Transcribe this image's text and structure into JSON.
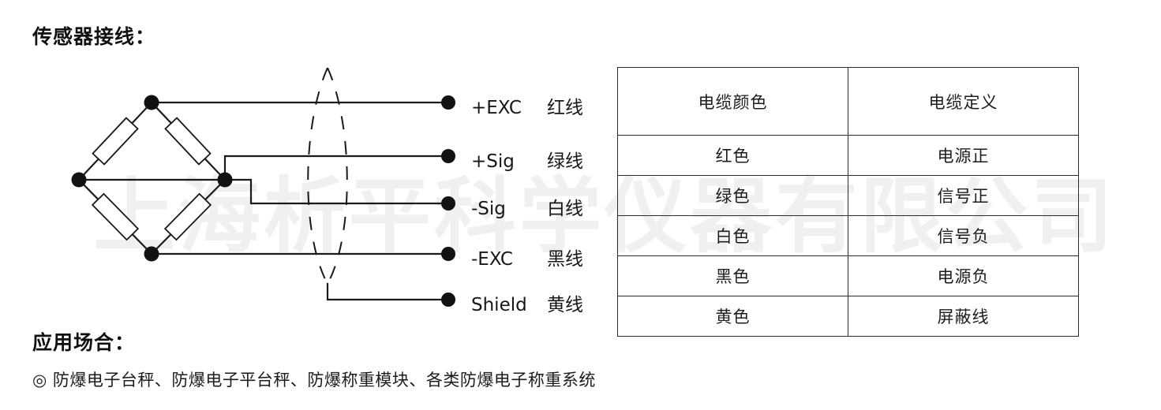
{
  "page": {
    "watermark": "上海析平科学仪器有限公司",
    "background": "#ffffff",
    "ink": "#1a1a1a"
  },
  "headings": {
    "wiring": "传感器接线：",
    "applications": "应用场合："
  },
  "applications": {
    "bullet": "◎",
    "text": "防爆电子台秤、防爆电子平台秤、防爆称重模块、各类防爆电子称重系统"
  },
  "diagram": {
    "name": "wheatstone-bridge-wiring",
    "bridge_nodes": [
      "top",
      "left",
      "right",
      "bottom"
    ],
    "strain_gauges": 4,
    "shield_bundle": "dashed-cable-sheath",
    "wires": [
      {
        "signal": "+EXC",
        "color_cn": "红线"
      },
      {
        "signal": "+Sig",
        "color_cn": "绿线"
      },
      {
        "signal": "-Sig",
        "color_cn": "白线"
      },
      {
        "signal": "-EXC",
        "color_cn": "黑线"
      },
      {
        "signal": "Shield",
        "color_cn": "黄线"
      }
    ]
  },
  "table": {
    "headers": [
      "电缆颜色",
      "电缆定义"
    ],
    "rows": [
      {
        "color": "红色",
        "definition": "电源正"
      },
      {
        "color": "绿色",
        "definition": "信号正"
      },
      {
        "color": "白色",
        "definition": "信号负"
      },
      {
        "color": "黑色",
        "definition": "电源负"
      },
      {
        "color": "黄色",
        "definition": "屏蔽线"
      }
    ]
  }
}
